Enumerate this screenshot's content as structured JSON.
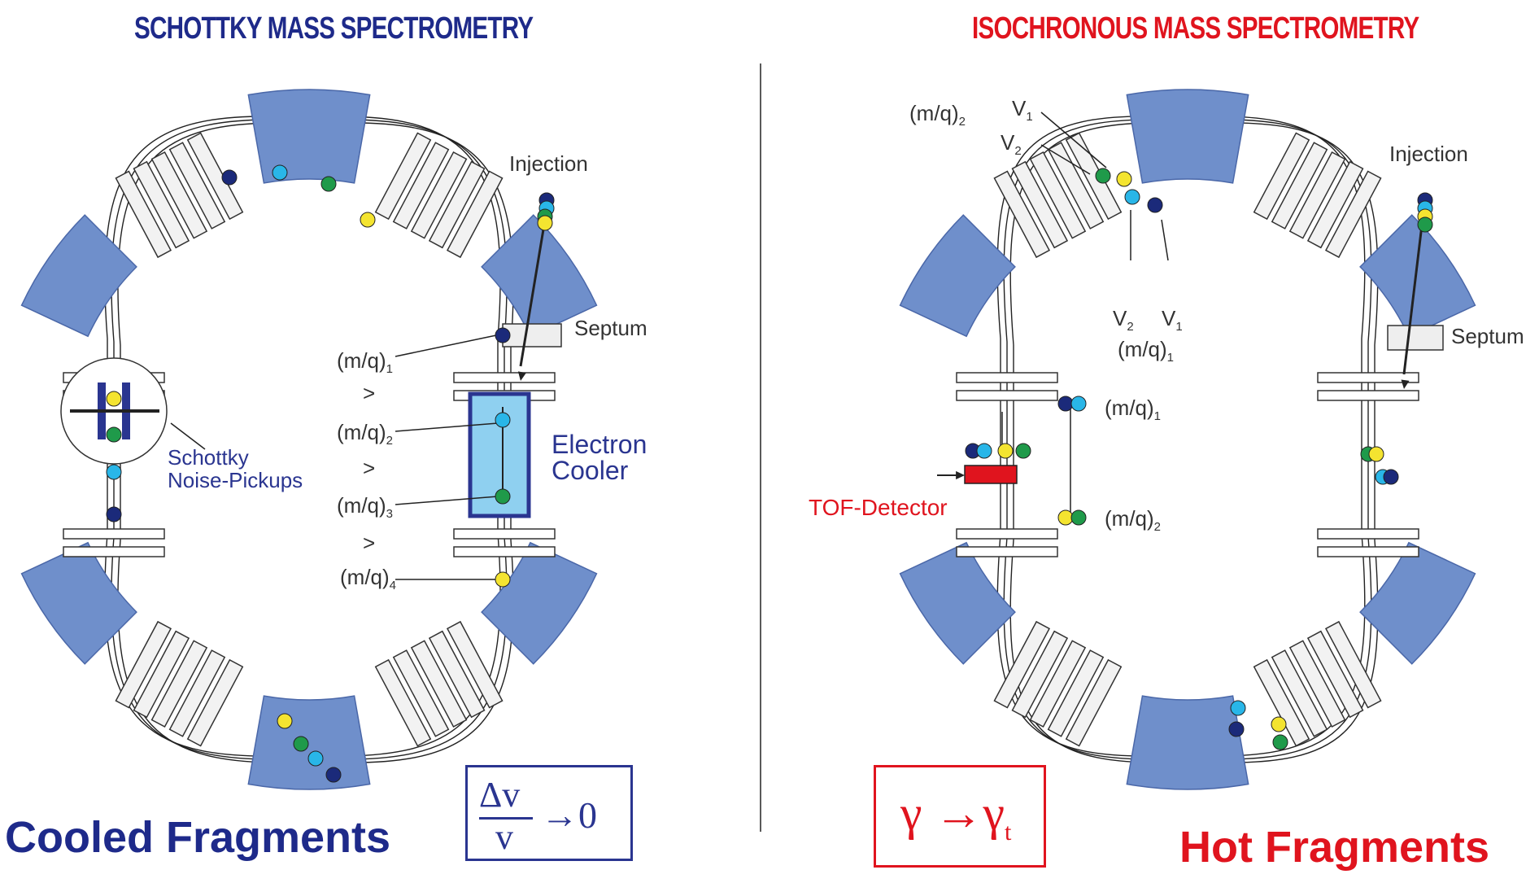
{
  "left": {
    "title": "SCHOTTKY MASS SPECTROMETRY",
    "injection": "Injection",
    "septum": "Septum",
    "mq1": "(m/q)",
    "mq1_sub": "1",
    "gt": ">",
    "mq2": "(m/q)",
    "mq2_sub": "2",
    "mq3": "(m/q)",
    "mq3_sub": "3",
    "mq4": "(m/q)",
    "mq4_sub": "4",
    "electron_cooler_line1": "Electron",
    "electron_cooler_line2": "Cooler",
    "schottky_line1": "Schottky",
    "schottky_line2": "Noise-Pickups",
    "footer": "Cooled Fragments",
    "formula_num": "Δv",
    "formula_den": "v",
    "formula_rhs": "→0"
  },
  "right": {
    "title": "ISOCHRONOUS  MASS SPECTROMETRY",
    "injection": "Injection",
    "septum": "Septum",
    "mq2_top": "(m/q)",
    "mq2_top_sub": "2",
    "v1_top": "V",
    "v1_top_sub": "1",
    "v2_top": "V",
    "v2_top_sub": "2",
    "v2_bot": "V",
    "v2_bot_sub": "2",
    "v1_bot": "V",
    "v1_bot_sub": "1",
    "mq1_bot": "(m/q)",
    "mq1_bot_sub": "1",
    "mq1_mid": "(m/q)",
    "mq1_mid_sub": "1",
    "mq2_mid": "(m/q)",
    "mq2_mid_sub": "2",
    "tof": "TOF-Detector",
    "footer": "Hot Fragments",
    "formula": "γ →γ",
    "formula_sub": "t"
  },
  "colors": {
    "left_title": "#1e2a8a",
    "right_title": "#e0141e",
    "magnet": "#6f8fcb",
    "cooler": "#2a3590",
    "cooler_fill": "#8fd0f0",
    "ion_dark": "#1b2a7a",
    "ion_cyan": "#29b6e8",
    "ion_green": "#1f9a4a",
    "ion_yellow": "#f4e430",
    "tof": "#e0141e"
  }
}
